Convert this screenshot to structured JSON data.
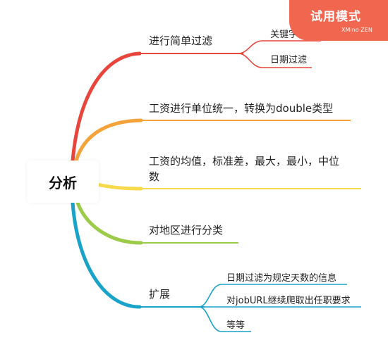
{
  "watermark": {
    "title": "试用模式",
    "brand": "XMind·ZEN"
  },
  "root": {
    "label": "分析"
  },
  "branches": [
    {
      "label": "进行简单过滤",
      "color": "#e8453c",
      "children": [
        {
          "label": "关键字过滤"
        },
        {
          "label": "日期过滤"
        }
      ]
    },
    {
      "label": "工资进行单位统一，转换为double类型",
      "color": "#f4a23a",
      "children": []
    },
    {
      "label_lines": [
        "工资的均值，标准差，最大，最小，中位",
        "数"
      ],
      "color": "#f7d94c",
      "children": []
    },
    {
      "label": "对地区进行分类",
      "color": "#9ccb4a",
      "children": []
    },
    {
      "label": "扩展",
      "color": "#1aa3c9",
      "children": [
        {
          "label": "日期过滤为规定天数的信息"
        },
        {
          "label": "对jobURL继续爬取出任职要求"
        },
        {
          "label": "等等"
        }
      ]
    }
  ]
}
